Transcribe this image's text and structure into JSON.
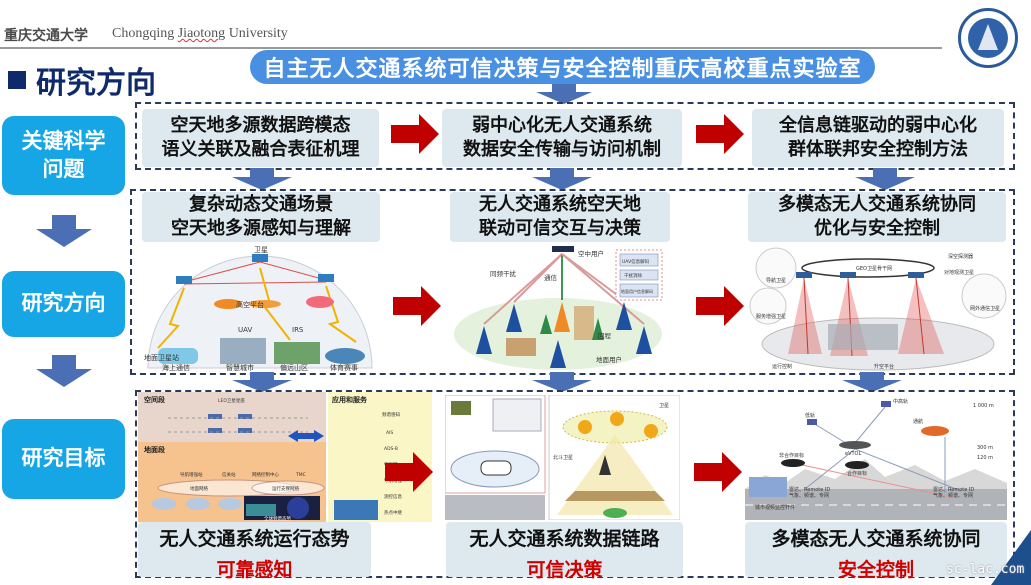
{
  "header": {
    "university_cn": "重庆交通大学",
    "university_en_prefix": "Chongqing ",
    "university_en_squiggle": "Jiaotong",
    "university_en_suffix": " University",
    "logo": "university-seal-logo"
  },
  "section_title": "研究方向",
  "lab_banner": "自主无人交通系统可信决策与安全控制重庆高校重点实验室",
  "side_labels": {
    "key_problems": "关键科学问题",
    "research_directions": "研究方向",
    "research_goals": "研究目标"
  },
  "key_problems": [
    {
      "line1": "空天地多源数据跨模态",
      "line2": "语义关联及融合表征机理"
    },
    {
      "line1": "弱中心化无人交通系统",
      "line2": "数据安全传输与访问机制"
    },
    {
      "line1": "全信息链驱动的弱中心化",
      "line2": "群体联邦安全控制方法"
    }
  ],
  "directions": [
    {
      "line1": "复杂动态交通场景",
      "line2": "空天地多源感知与理解",
      "figure_labels": [
        "卫星",
        "高空平台",
        "UAV",
        "IRS",
        "地面卫星站",
        "海上通信",
        "智慧城市",
        "偏远山区",
        "体育赛事"
      ]
    },
    {
      "line1": "无人交通系统空天地",
      "line2": "联动可信交互与决策",
      "figure_labels": [
        "空中用户",
        "同频干扰",
        "通信",
        "UAV信息解码",
        "干扰消除",
        "地面用户信息解码",
        "回程",
        "地面用户"
      ]
    },
    {
      "line1": "多模态无人交通系统协同",
      "line2": "优化与安全控制",
      "figure_labels": [
        "GEO卫星骨干网",
        "深空探测器",
        "对地观测卫星",
        "导航卫星",
        "服务增强卫星",
        "网外通信卫星",
        "运行控制",
        "升空平台"
      ]
    }
  ],
  "goals": [
    {
      "title": "无人交通系统运行态势",
      "tag": "可靠感知",
      "figure_labels": [
        "空间段",
        "LEO卫星星座",
        "应用和服务",
        "地面段",
        "导航增强站",
        "信关站",
        "网络控制中心",
        "TMC",
        "地面网络",
        "运行支撑网络",
        "全球频谱态势",
        "频谱感知",
        "AIS",
        "ADS-B",
        "物联网",
        "导航增强",
        "测控信息",
        "热点中继"
      ]
    },
    {
      "title": "无人交通系统数据链路",
      "tag": "可信决策",
      "figure_labels": [
        "卫星",
        "北斗卫星"
      ]
    },
    {
      "title": "多模态无人交通系统协同",
      "tag": "安全控制",
      "figure_labels": [
        "中高轨",
        "低轨",
        "通航",
        "eVTOL",
        "非合作目标",
        "合作目标",
        "雷达、Remote ID",
        "气象、频谱、专网",
        "城市视频监控杆件",
        "1 000 m",
        "300 m",
        "120 m"
      ]
    }
  ],
  "colors": {
    "banner": "#4a90e2",
    "side_label": "#16a6e6",
    "title_navy": "#0f2a6b",
    "arrow_blue": "#4a6fb5",
    "arrow_red": "#c00000",
    "goal_tag_red": "#d10000",
    "box_bg": "#dde9ee"
  },
  "watermark": "sc-lac.com"
}
